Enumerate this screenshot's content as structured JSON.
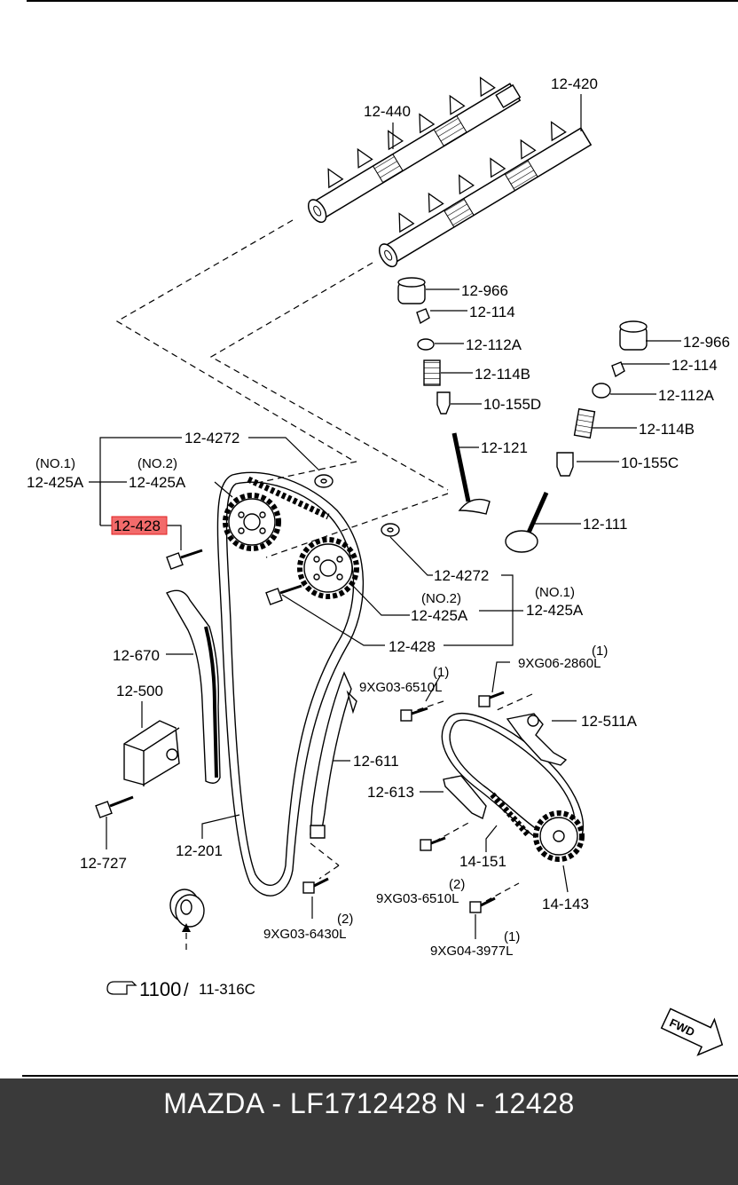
{
  "colors": {
    "highlight_fill": "#f26b6b",
    "highlight_border": "#e02020",
    "footer_bg": "#3a3a3a",
    "footer_text": "#ffffff"
  },
  "labels": {
    "p12440": "12-440",
    "p12420": "12-420",
    "p12966a": "12-966",
    "p12114a": "12-114",
    "p12112Aa": "12-112A",
    "p12114Ba": "12-114B",
    "p10155D": "10-155D",
    "p12121": "12-121",
    "p12966b": "12-966",
    "p12114b": "12-114",
    "p12112Ab": "12-112A",
    "p12114Bb": "12-114B",
    "p10155C": "10-155C",
    "p12111": "12-111",
    "p12427a": "12-4272",
    "no1a": "(NO.1)",
    "p12425Aa": "12-425A",
    "no2a": "(NO.2)",
    "p12425Ab": "12-425A",
    "p12428hl": "12-428",
    "p12427b": "12-4272",
    "no2b": "(NO.2)",
    "p12425Ac": "12-425A",
    "no1b": "(NO.1)",
    "p12425Ad": "12-425A",
    "p12428b": "12-428",
    "p12670": "12-670",
    "p12500": "12-500",
    "p12727": "12-727",
    "p12201": "12-201",
    "p12611": "12-611",
    "q1a": "(1)",
    "p9XG036510La": "9XG03-6510L",
    "q1b": "(1)",
    "p9XG062860L": "9XG06-2860L",
    "p12511A": "12-511A",
    "p12613": "12-613",
    "p14151": "14-151",
    "p14143": "14-143",
    "q2a": "(2)",
    "p9XG036510Lb": "9XG03-6510L",
    "q2b": "(2)",
    "p9XG036430L": "9XG03-6430L",
    "q1c": "(1)",
    "p9XG043977L": "9XG04-3977L",
    "ref1100": "1100",
    "slash": "/",
    "ref11316C": "11-316C",
    "fwd": "FWD"
  },
  "footer": {
    "text": "MAZDA - LF1712428   N - 12428"
  }
}
